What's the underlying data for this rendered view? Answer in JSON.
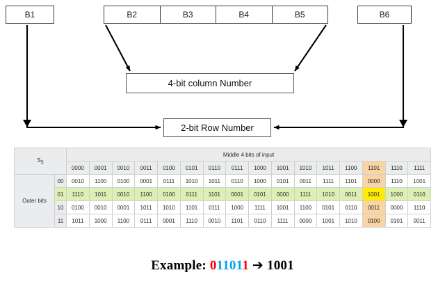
{
  "diagram": {
    "input_bits": {
      "left": {
        "label": "B1"
      },
      "middle": {
        "labels": [
          "B2",
          "B3",
          "B4",
          "B5"
        ]
      },
      "right": {
        "label": "B6"
      }
    },
    "column_box_label": "4-bit column Number",
    "row_box_label": "2-bit Row Number"
  },
  "table": {
    "s_box_label": "S",
    "s_box_subscript": "5",
    "middle_header": "Middle 4 bits of input",
    "outer_bits_label": "Outer bits",
    "column_headers": [
      "0000",
      "0001",
      "0010",
      "0011",
      "0100",
      "0101",
      "0110",
      "0111",
      "1000",
      "1001",
      "1010",
      "1011",
      "1100",
      "1101",
      "1110",
      "1111"
    ],
    "highlight_column_index": 13,
    "highlight_row_index": 1,
    "rows": [
      {
        "label": "00",
        "values": [
          "0010",
          "1100",
          "0100",
          "0001",
          "0111",
          "1010",
          "1011",
          "0110",
          "1000",
          "0101",
          "0011",
          "1111",
          "1101",
          "0000",
          "1110",
          "1001"
        ]
      },
      {
        "label": "01",
        "values": [
          "1110",
          "1011",
          "0010",
          "1100",
          "0100",
          "0111",
          "1101",
          "0001",
          "0101",
          "0000",
          "1111",
          "1010",
          "0011",
          "1001",
          "1000",
          "0110"
        ]
      },
      {
        "label": "10",
        "values": [
          "0100",
          "0010",
          "0001",
          "1011",
          "1010",
          "1101",
          "0111",
          "1000",
          "1111",
          "1001",
          "1100",
          "0101",
          "0110",
          "0011",
          "0000",
          "1110"
        ]
      },
      {
        "label": "11",
        "values": [
          "1011",
          "1000",
          "1100",
          "0111",
          "0001",
          "1110",
          "0010",
          "1101",
          "0110",
          "1111",
          "0000",
          "1001",
          "1010",
          "0100",
          "0101",
          "0011"
        ]
      }
    ],
    "colors": {
      "header_grey": "#eaeced",
      "row_highlight_green": "#ddf0b4",
      "column_highlight_orange": "#f9d5a4",
      "intersection_yellow": "#ffec00"
    }
  },
  "example": {
    "prefix": "Example: ",
    "outer_first": "0",
    "middle": "1101",
    "outer_last": "1",
    "arrow": "➔",
    "result": "1001",
    "red_hex": "#ff0000",
    "blue_hex": "#00a2e8"
  }
}
